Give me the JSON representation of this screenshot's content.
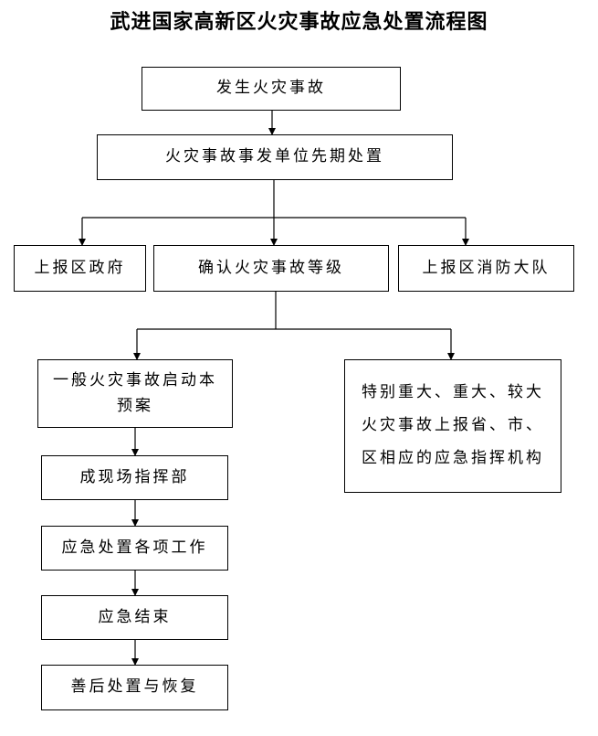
{
  "title": "武进国家高新区火灾事故应急处置流程图",
  "nodes": {
    "fire_occurs": "发生火灾事故",
    "initial_response": "火灾事故事发单位先期处置",
    "report_district_gov": "上报区政府",
    "confirm_level": "确认火灾事故等级",
    "report_fire_brigade": "上报区消防大队",
    "general_plan": "一般火灾事故启动本预案",
    "major_report": "特别重大、重大、较大火灾事故上报省、市、区相应的应急指挥机构",
    "field_command": "成现场指挥部",
    "emergency_tasks": "应急处置各项工作",
    "emergency_end": "应急结束",
    "aftermath": "善后处置与恢复"
  }
}
